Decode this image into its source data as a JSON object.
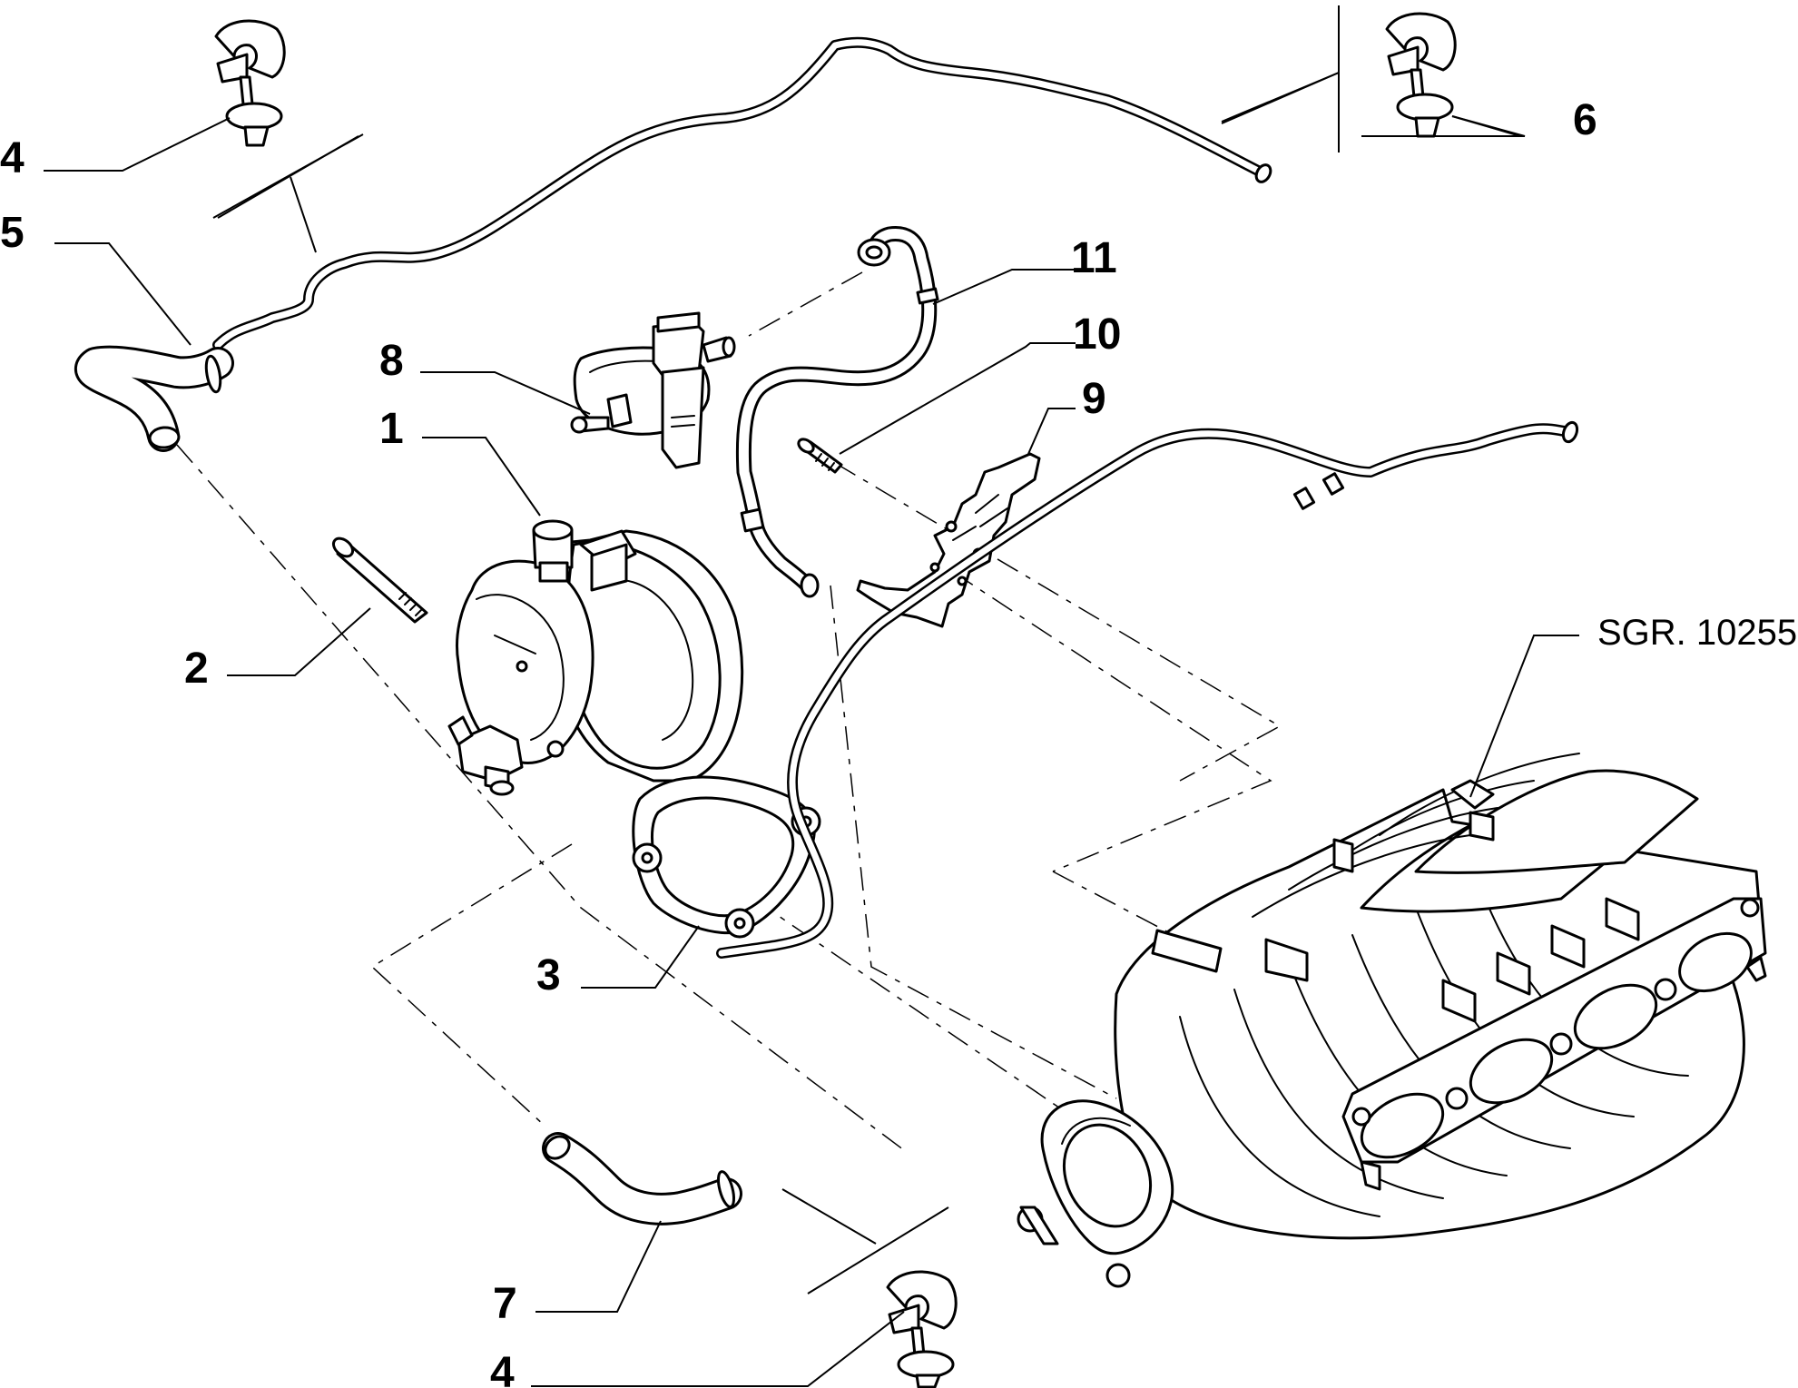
{
  "diagram": {
    "reference_code": "SGR. 10255",
    "callouts": [
      {
        "id": "c1",
        "label": "1"
      },
      {
        "id": "c2",
        "label": "2"
      },
      {
        "id": "c3",
        "label": "3"
      },
      {
        "id": "c4a",
        "label": "4"
      },
      {
        "id": "c4b",
        "label": "4"
      },
      {
        "id": "c5",
        "label": "5"
      },
      {
        "id": "c6",
        "label": "6"
      },
      {
        "id": "c7",
        "label": "7"
      },
      {
        "id": "c8",
        "label": "8"
      },
      {
        "id": "c9",
        "label": "9"
      },
      {
        "id": "c10",
        "label": "10"
      },
      {
        "id": "c11",
        "label": "11"
      }
    ]
  }
}
